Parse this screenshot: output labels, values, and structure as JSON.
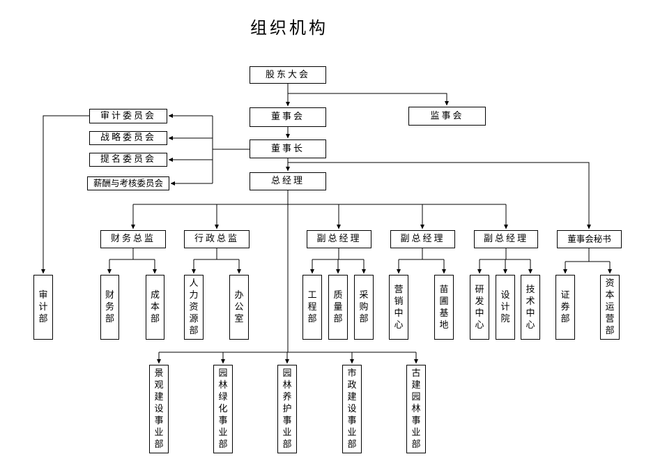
{
  "title": "组织机构",
  "org": {
    "shareholders_meeting": "股东大会",
    "board_of_directors": "董事会",
    "supervisory_board": "监事会",
    "chairman": "董事长",
    "board_committees": [
      "审计委员会",
      "战略委员会",
      "提名委员会",
      "薪酬与考核委员会"
    ],
    "audit_department": "审计部",
    "general_manager": "总经理",
    "executives": [
      {
        "label": "财务总监",
        "departments": [
          "财务部",
          "成本部"
        ]
      },
      {
        "label": "行政总监",
        "departments": [
          "人力资源部",
          "办公室"
        ]
      },
      {
        "label": "副总经理",
        "departments": [
          "工程部",
          "质量部",
          "采购部"
        ]
      },
      {
        "label": "副总经理",
        "departments": [
          "营销中心",
          "苗圃基地"
        ]
      },
      {
        "label": "副总经理",
        "departments": [
          "研发中心",
          "设计院",
          "技术中心"
        ]
      },
      {
        "label": "董事会秘书",
        "departments": [
          "证券部",
          "资本运营部"
        ]
      }
    ],
    "business_divisions": [
      "景观建设事业部",
      "园林绿化事业部",
      "园林养护事业部",
      "市政建设事业部",
      "古建园林事业部"
    ]
  },
  "colors": {
    "line": "#000000",
    "text": "#000000",
    "background": "#ffffff"
  }
}
